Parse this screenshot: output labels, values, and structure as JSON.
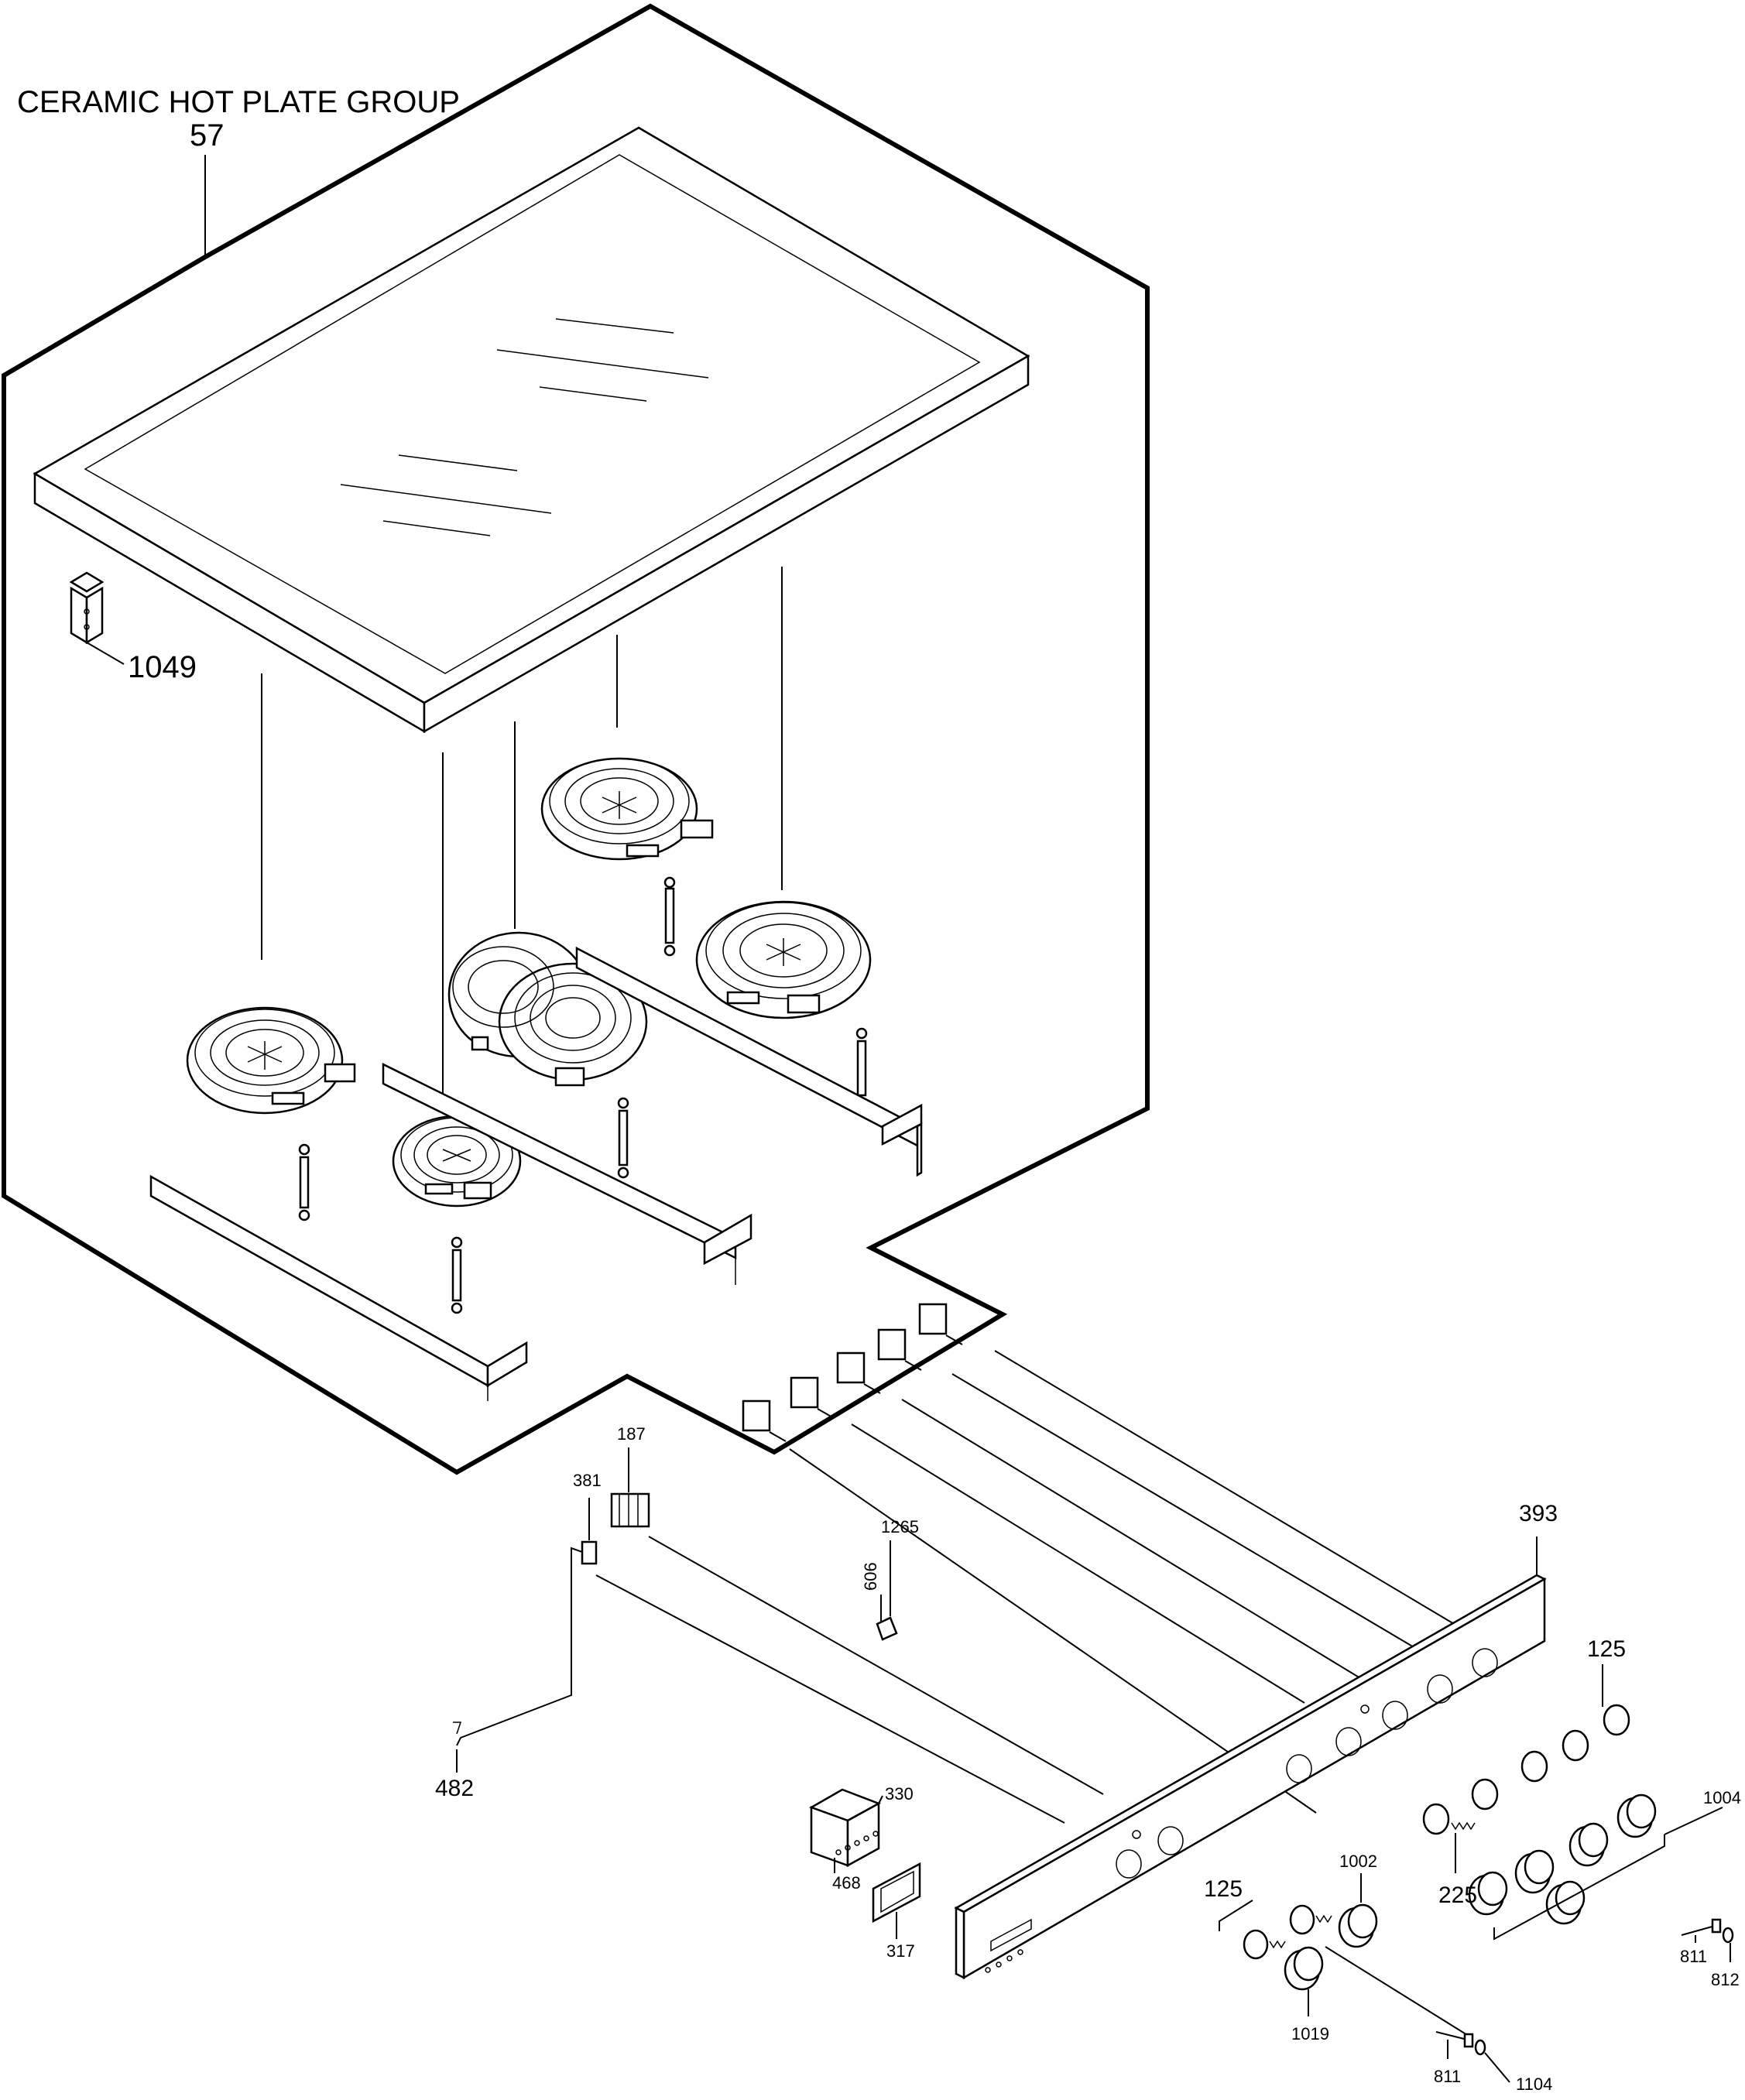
{
  "group": {
    "title": "CERAMIC HOT PLATE GROUP",
    "number": "57"
  },
  "labels": {
    "p1049": "1049",
    "p187": "187",
    "p381": "381",
    "p1265": "1265",
    "p606": "606",
    "p482": "482",
    "p393": "393",
    "p125a": "125",
    "p1004": "1004",
    "p330": "330",
    "p468": "468",
    "p317": "317",
    "p225": "225",
    "p811a": "811",
    "p812": "812",
    "p125b": "125",
    "p1002": "1002",
    "p1019": "1019",
    "p811b": "811",
    "p1104": "1104"
  }
}
